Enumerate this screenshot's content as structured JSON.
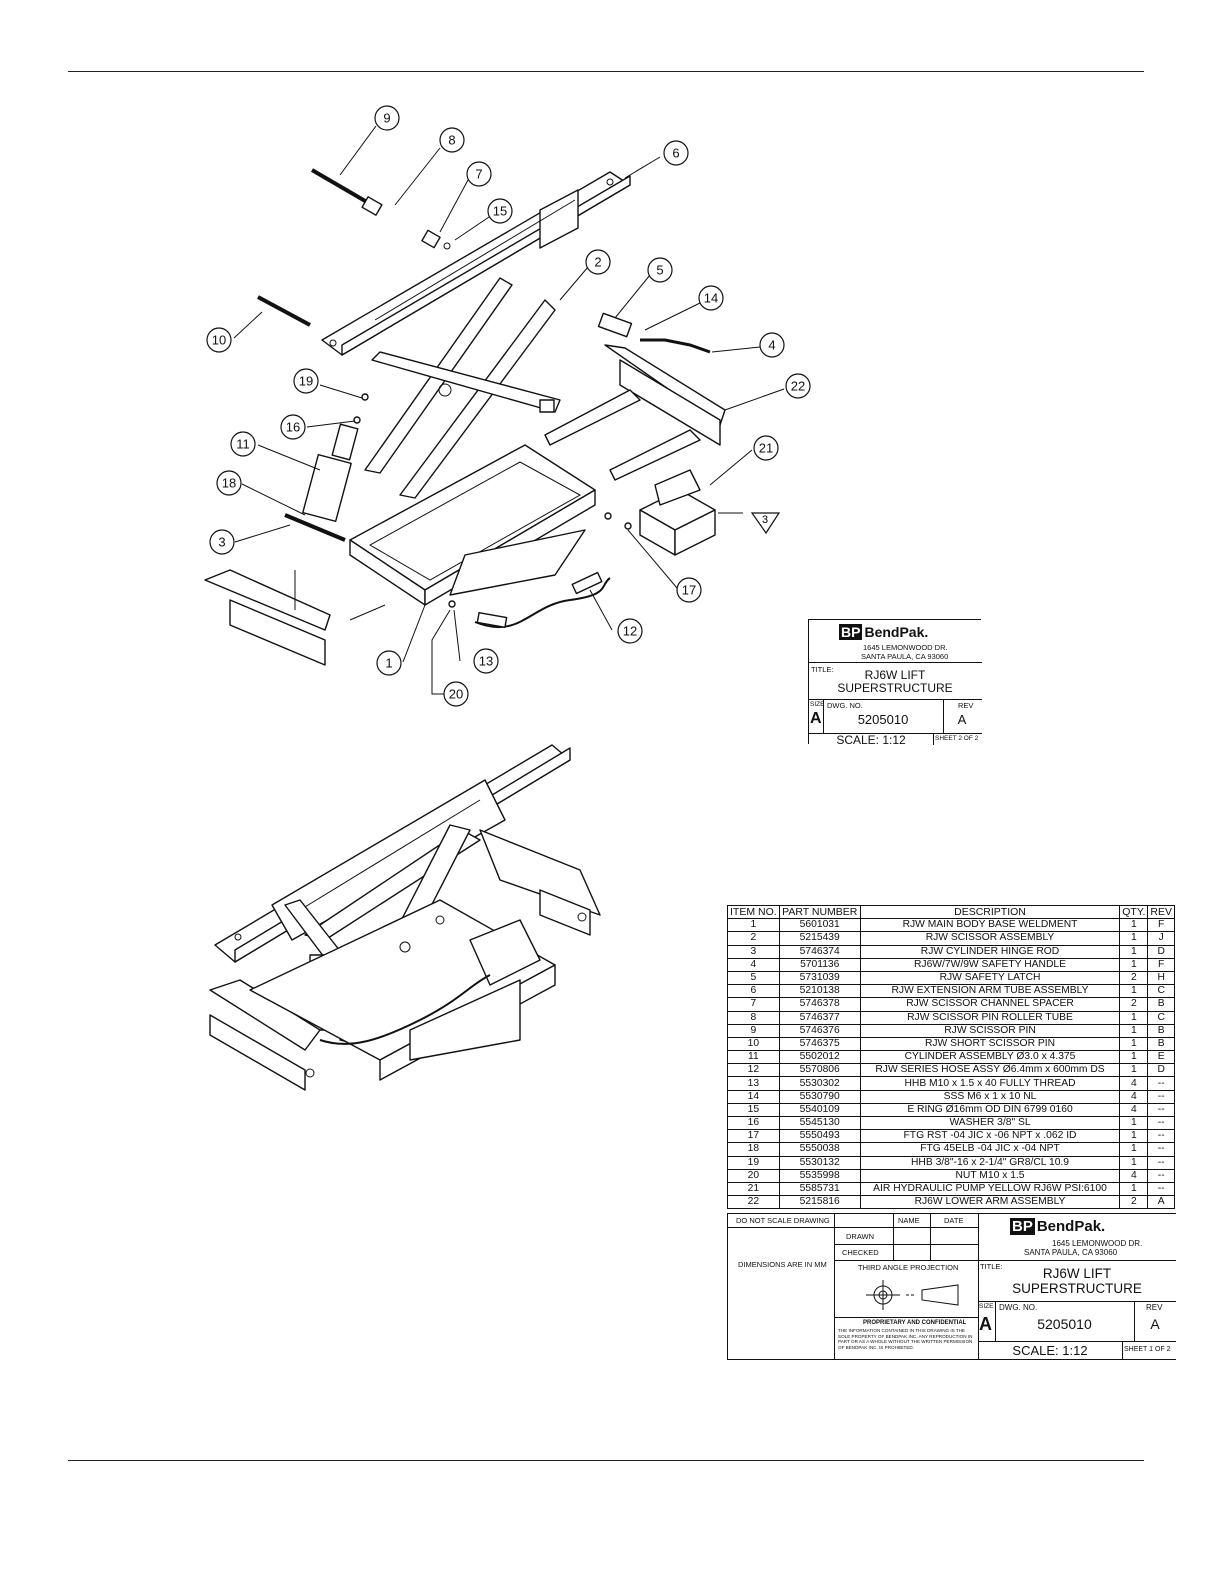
{
  "callouts": [
    {
      "n": "9"
    },
    {
      "n": "8"
    },
    {
      "n": "7"
    },
    {
      "n": "15"
    },
    {
      "n": "6"
    },
    {
      "n": "2"
    },
    {
      "n": "5"
    },
    {
      "n": "14"
    },
    {
      "n": "4"
    },
    {
      "n": "10"
    },
    {
      "n": "19"
    },
    {
      "n": "16"
    },
    {
      "n": "22"
    },
    {
      "n": "11"
    },
    {
      "n": "21"
    },
    {
      "n": "18"
    },
    {
      "n": "3"
    },
    {
      "n": "17"
    },
    {
      "n": "12"
    },
    {
      "n": "1"
    },
    {
      "n": "13"
    },
    {
      "n": "20"
    }
  ],
  "note_flag": "3",
  "title_block_small": {
    "logo": "BendPak.",
    "logo_mark": "BP",
    "address1": "1645 LEMONWOOD DR.",
    "address2": "SANTA PAULA, CA 93060",
    "title_label": "TITLE:",
    "title1": "RJ6W LIFT",
    "title2": "SUPERSTRUCTURE",
    "size_label": "SIZE",
    "size": "A",
    "dwg_label": "DWG. NO.",
    "dwg_no": "5205010",
    "rev_label": "REV",
    "rev": "A",
    "scale": "SCALE: 1:12",
    "sheet": "SHEET 2 OF 2"
  },
  "bom": {
    "headers": [
      "ITEM NO.",
      "PART NUMBER",
      "DESCRIPTION",
      "QTY.",
      "REV"
    ],
    "rows": [
      [
        "1",
        "5601031",
        "RJW MAIN BODY BASE WELDMENT",
        "1",
        "F"
      ],
      [
        "2",
        "5215439",
        "RJW SCISSOR ASSEMBLY",
        "1",
        "J"
      ],
      [
        "3",
        "5746374",
        "RJW CYLINDER HINGE ROD",
        "1",
        "D"
      ],
      [
        "4",
        "5701136",
        "RJ6W/7W/9W SAFETY HANDLE",
        "1",
        "F"
      ],
      [
        "5",
        "5731039",
        "RJW SAFETY LATCH",
        "2",
        "H"
      ],
      [
        "6",
        "5210138",
        "RJW EXTENSION ARM TUBE ASSEMBLY",
        "1",
        "C"
      ],
      [
        "7",
        "5746378",
        "RJW SCISSOR CHANNEL SPACER",
        "2",
        "B"
      ],
      [
        "8",
        "5746377",
        "RJW SCISSOR PIN ROLLER TUBE",
        "1",
        "C"
      ],
      [
        "9",
        "5746376",
        "RJW SCISSOR PIN",
        "1",
        "B"
      ],
      [
        "10",
        "5746375",
        "RJW SHORT SCISSOR PIN",
        "1",
        "B"
      ],
      [
        "11",
        "5502012",
        "CYLINDER ASSEMBLY Ø3.0 x 4.375",
        "1",
        "E"
      ],
      [
        "12",
        "5570806",
        "RJW SERIES HOSE ASSY Ø6.4mm x 600mm DS",
        "1",
        "D"
      ],
      [
        "13",
        "5530302",
        "HHB M10 x 1.5 x 40 FULLY THREAD",
        "4",
        "--"
      ],
      [
        "14",
        "5530790",
        "SSS M6 x 1 x 10 NL",
        "4",
        "--"
      ],
      [
        "15",
        "5540109",
        "E RING Ø16mm OD DIN 6799 0160",
        "4",
        "--"
      ],
      [
        "16",
        "5545130",
        "WASHER 3/8\" SL",
        "1",
        "--"
      ],
      [
        "17",
        "5550493",
        "FTG RST -04 JIC x -06 NPT x .062 ID",
        "1",
        "--"
      ],
      [
        "18",
        "5550038",
        "FTG 45ELB -04 JIC x -04 NPT",
        "1",
        "--"
      ],
      [
        "19",
        "5530132",
        "HHB 3/8\"-16 x 2-1/4\" GR8/CL 10.9",
        "1",
        "--"
      ],
      [
        "20",
        "5535998",
        "NUT M10 x 1.5",
        "4",
        "--"
      ],
      [
        "21",
        "5585731",
        "AIR HYDRAULIC PUMP YELLOW RJ6W PSI:6100",
        "1",
        "--"
      ],
      [
        "22",
        "5215816",
        "RJ6W LOWER ARM ASSEMBLY",
        "2",
        "A"
      ]
    ]
  },
  "title_block_main": {
    "do_not_scale": "DO NOT SCALE DRAWING",
    "name": "NAME",
    "date": "DATE",
    "drawn": "DRAWN",
    "checked": "CHECKED",
    "dimensions": "DIMENSIONS ARE IN MM",
    "projection": "THIRD ANGLE PROJECTION",
    "proprietary_title": "PROPRIETARY AND CONFIDENTIAL",
    "proprietary_text": "THE INFORMATION CONTAINED IN THIS DRAWING IS THE SOLE PROPERTY OF BENDPAK INC. ANY REPRODUCTION IN PART OR AS A WHOLE WITHOUT THE WRITTEN PERMISSION OF BENDPAK INC. IS PROHIBITED.",
    "logo": "BendPak.",
    "logo_mark": "BP",
    "address1": "1645 LEMONWOOD DR.",
    "address2": "SANTA PAULA, CA 93060",
    "title_label": "TITLE:",
    "title1": "RJ6W LIFT",
    "title2": "SUPERSTRUCTURE",
    "size_label": "SIZE",
    "size": "A",
    "dwg_label": "DWG. NO.",
    "dwg_no": "5205010",
    "rev_label": "REV",
    "rev": "A",
    "scale": "SCALE: 1:12",
    "sheet": "SHEET 1 OF 2"
  }
}
